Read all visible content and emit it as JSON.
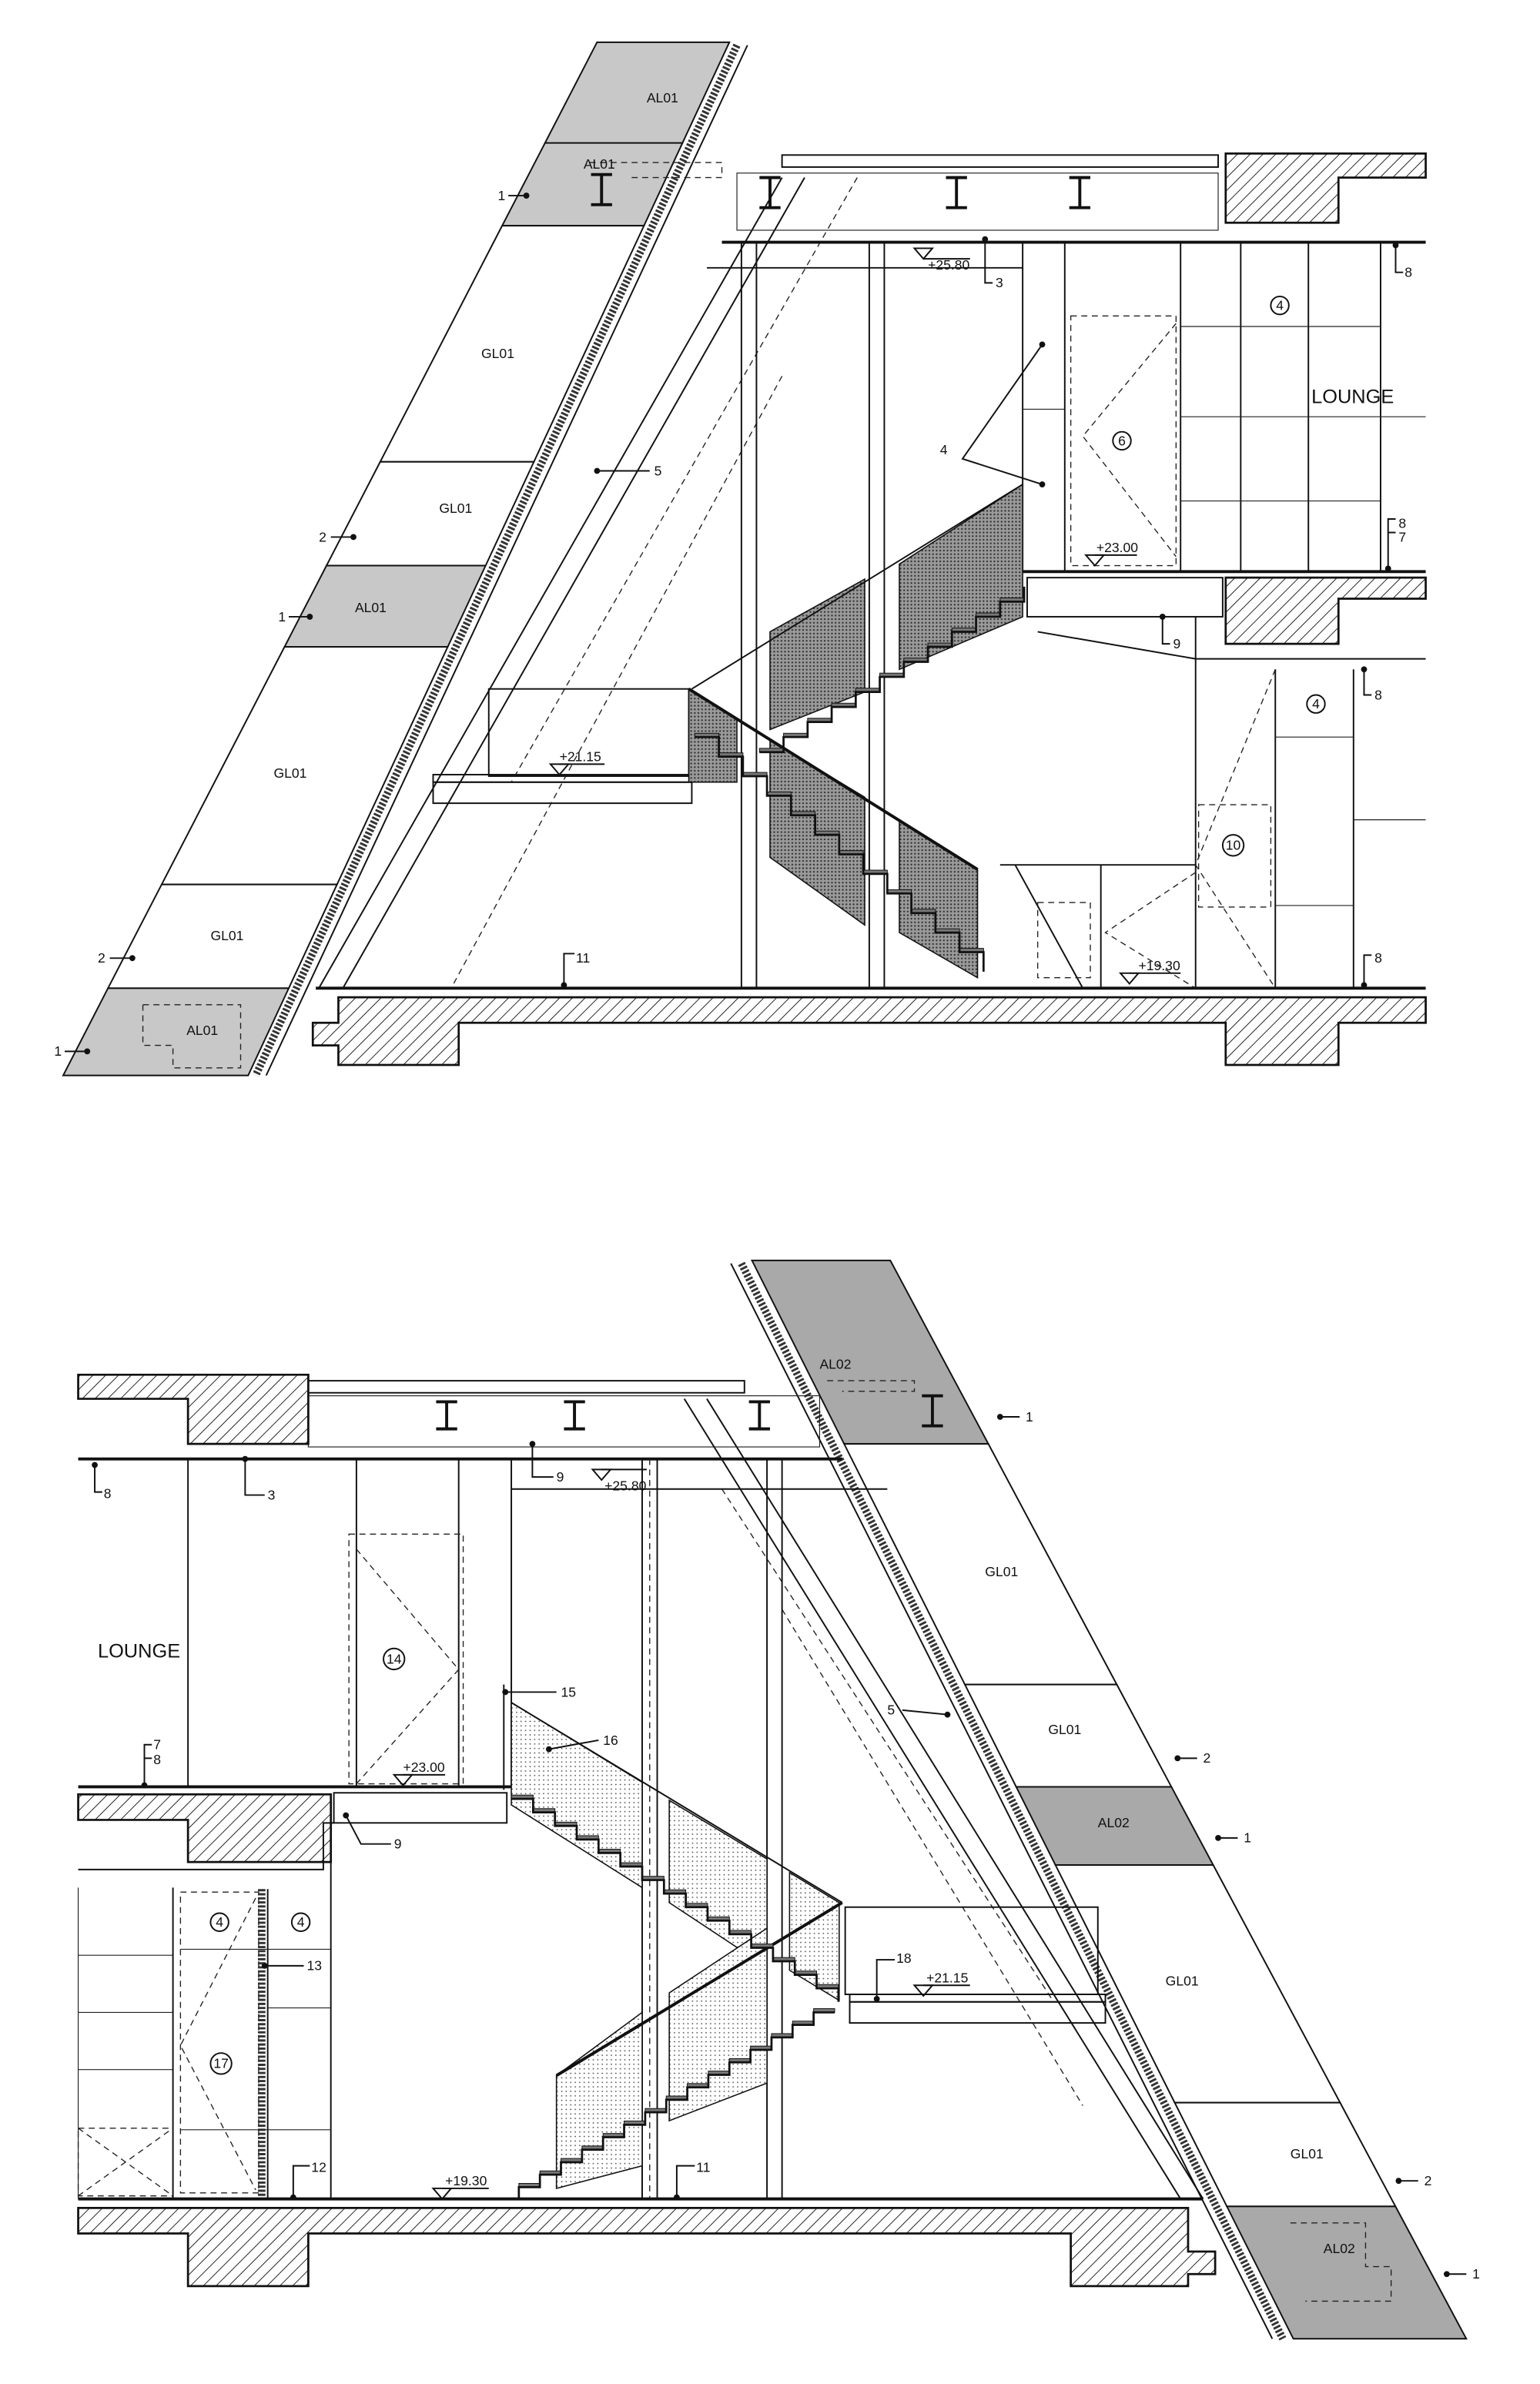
{
  "colors": {
    "line": "#111111",
    "al01_panel": "#c8c8c8",
    "al02_panel": "#a9a9a9"
  },
  "top_section": {
    "panels": [
      "AL01",
      "AL01",
      "GL01",
      "GL01",
      "AL01",
      "GL01",
      "GL01",
      "AL01"
    ],
    "callouts": {
      "c1a": "1",
      "c2a": "2",
      "c1b": "1",
      "c2b": "2",
      "c1c": "1",
      "c3": "3",
      "c4": "4",
      "c5": "5",
      "c8a": "8",
      "c8b": "8",
      "c7": "7",
      "c8c": "8",
      "c8d": "8",
      "c9": "9",
      "c11": "11"
    },
    "levels": {
      "roof": "+25.80",
      "upper": "+23.00",
      "landing": "+21.15",
      "ground": "+19.30"
    },
    "room": "LOUNGE",
    "circles": {
      "c4a": "4",
      "c6": "6",
      "c4b": "4",
      "c10": "10"
    }
  },
  "bottom_section": {
    "panels": [
      "AL02",
      "GL01",
      "GL01",
      "AL02",
      "GL01",
      "GL01",
      "AL02"
    ],
    "callouts": {
      "c1a": "1",
      "c2a": "2",
      "c1b": "1",
      "c2b": "2",
      "c1c": "1",
      "c3": "3",
      "c8a": "8",
      "c9a": "9",
      "c7": "7",
      "c8b": "8",
      "c9b": "9",
      "c5": "5",
      "c15": "15",
      "c16": "16",
      "c18": "18",
      "c13": "13",
      "c12": "12",
      "c11": "11"
    },
    "levels": {
      "roof": "+25.80",
      "upper": "+23.00",
      "landing": "+21.15",
      "ground": "+19.30"
    },
    "room": "LOUNGE",
    "circles": {
      "c14": "14",
      "c4a": "4",
      "c4b": "4",
      "c17": "17"
    }
  }
}
